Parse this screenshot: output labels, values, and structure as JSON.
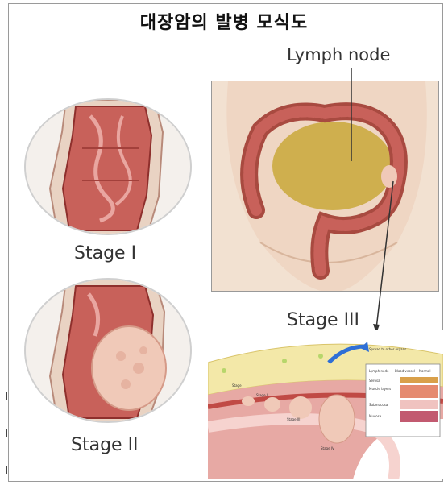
{
  "title": "대장암의 발병 모식도",
  "labels": {
    "lymph_node": "Lymph node",
    "stage1": "Stage I",
    "stage2": "Stage II",
    "stage3": "Stage III"
  },
  "inset": {
    "spread": "Spread to other organs",
    "legend": {
      "normal": "Normal",
      "lymph": "Lymph node",
      "blood": "Blood vessel",
      "serosa": "Serosa",
      "muscle": "Muscle layers",
      "submucosa": "Submucosa",
      "mucosa": "Mucosa"
    },
    "stages": [
      "Stage I",
      "Stage II",
      "Stage III",
      "Stage IV"
    ]
  },
  "colors": {
    "tissue": "#c8615a",
    "tissue_dark": "#8e2f2c",
    "tumor": "#f0c9b8",
    "fat": "#c9a83a",
    "skin": "#f2e1d1"
  }
}
